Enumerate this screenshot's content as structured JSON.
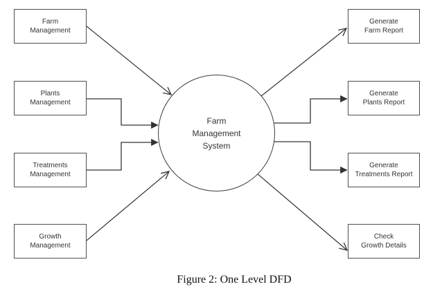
{
  "figure": {
    "caption": "Figure 2: One Level DFD",
    "process": {
      "label": "Farm\nManagement\nSystem"
    },
    "sources": [
      {
        "id": "farm-management",
        "label": "Farm\nManagement"
      },
      {
        "id": "plants-management",
        "label": "Plants\nManagement"
      },
      {
        "id": "treatments-management",
        "label": "Treatments\nManagement"
      },
      {
        "id": "growth-management",
        "label": "Growth\nManagement"
      }
    ],
    "outputs": [
      {
        "id": "generate-farm-report",
        "label": "Generate\nFarm Report"
      },
      {
        "id": "generate-plants-report",
        "label": "Generate\nPlants Report"
      },
      {
        "id": "generate-treatments-report",
        "label": "Generate\nTreatments Report"
      },
      {
        "id": "check-growth-details",
        "label": "Check\nGrowth Details"
      }
    ],
    "colors": {
      "background": "#ffffff",
      "line": "#333333",
      "box_border": "#4d4d4d",
      "text": "#333333"
    }
  }
}
